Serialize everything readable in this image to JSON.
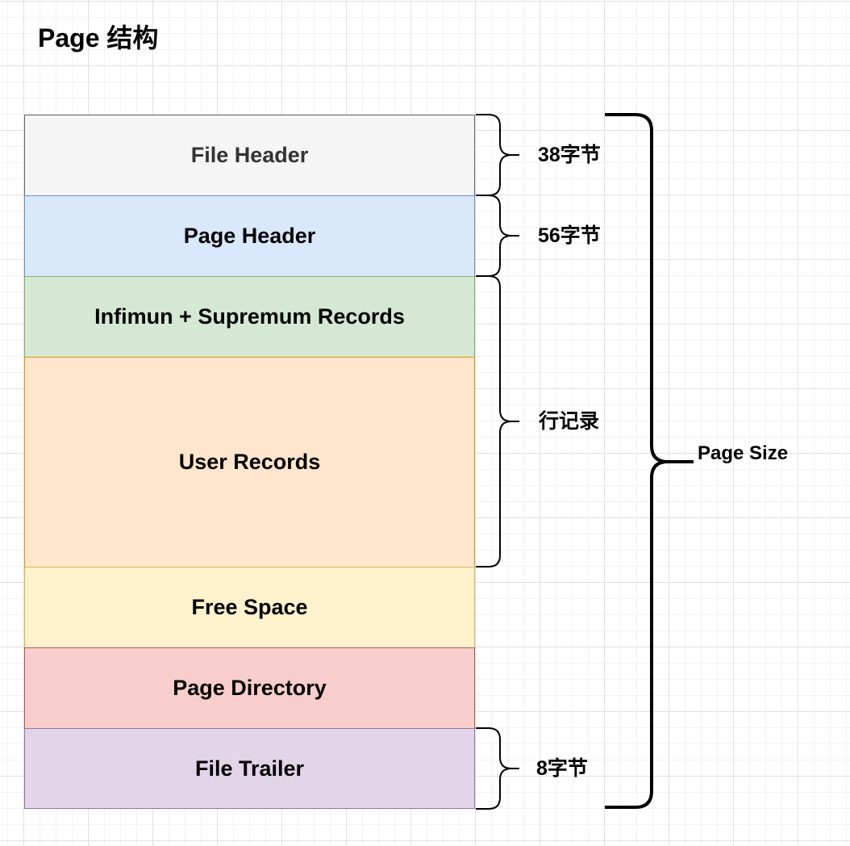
{
  "title": "Page 结构",
  "blocks": [
    {
      "id": "file-header",
      "label": "File Header",
      "fill": "#f5f5f5",
      "stroke": "#666666",
      "text_color": "#333333"
    },
    {
      "id": "page-header",
      "label": "Page Header",
      "fill": "#dae8fc",
      "stroke": "#6c8ebf",
      "text_color": "#000000"
    },
    {
      "id": "infimum-supremum",
      "label": "Infimun + Supremum Records",
      "fill": "#d5e8d4",
      "stroke": "#82b366",
      "text_color": "#000000"
    },
    {
      "id": "user-records",
      "label": "User Records",
      "fill": "#ffe6cc",
      "stroke": "#d79b00",
      "text_color": "#000000"
    },
    {
      "id": "free-space",
      "label": "Free Space",
      "fill": "#fff2cc",
      "stroke": "#d6b656",
      "text_color": "#000000"
    },
    {
      "id": "page-directory",
      "label": "Page Directory",
      "fill": "#f8cecc",
      "stroke": "#b85450",
      "text_color": "#000000"
    },
    {
      "id": "file-trailer",
      "label": "File Trailer",
      "fill": "#e1d5e7",
      "stroke": "#9673a6",
      "text_color": "#000000"
    }
  ],
  "annotations": {
    "file_header_size": "38字节",
    "page_header_size": "56字节",
    "row_records": "行记录",
    "file_trailer_size": "8字节",
    "page_size": "Page Size"
  }
}
